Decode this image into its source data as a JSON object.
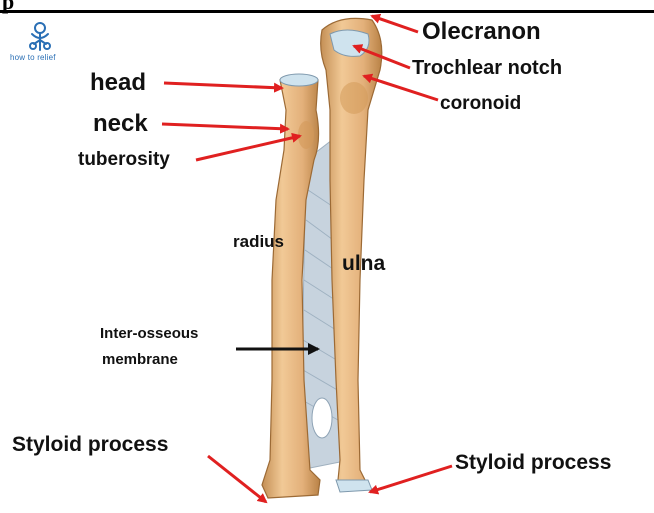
{
  "header": {
    "glyph": "p"
  },
  "logo": {
    "icon": "brain-tree-icon",
    "text": "how to relief"
  },
  "colors": {
    "arrow_red": "#e02020",
    "arrow_black": "#111111",
    "bone": "#e6b77c",
    "bone_shadow": "#b9844a",
    "membrane": "#c7d3de",
    "cartilage": "#cfe3ee"
  },
  "labels": {
    "olecranon": "Olecranon",
    "trochlear_notch": "Trochlear notch",
    "coronoid": "coronoid",
    "head": "head",
    "neck": "neck",
    "tuberosity": "tuberosity",
    "radius": "radius",
    "ulna": "ulna",
    "inter_osseous": "Inter-osseous",
    "membrane": "membrane",
    "styloid_left": "Styloid process",
    "styloid_right": "Styloid process"
  }
}
